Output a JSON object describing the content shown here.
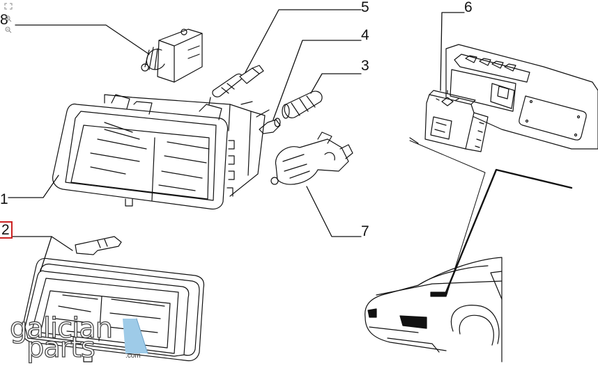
{
  "diagram": {
    "callouts": [
      {
        "id": "1",
        "label": "1"
      },
      {
        "id": "2",
        "label": "2",
        "selected": true
      },
      {
        "id": "3",
        "label": "3"
      },
      {
        "id": "4",
        "label": "4"
      },
      {
        "id": "5",
        "label": "5"
      },
      {
        "id": "6",
        "label": "6"
      },
      {
        "id": "7",
        "label": "7"
      },
      {
        "id": "8",
        "label": "8"
      }
    ],
    "selection_color": "#cc2222",
    "line_color": "#111111"
  },
  "tools": {
    "icons": [
      "expand-icon",
      "zoom-in-icon",
      "zoom-out-icon"
    ]
  },
  "watermark": {
    "line1": "galician",
    "line2": "parts",
    "suffix": ".com",
    "accent_color": "#9ecbe8"
  }
}
